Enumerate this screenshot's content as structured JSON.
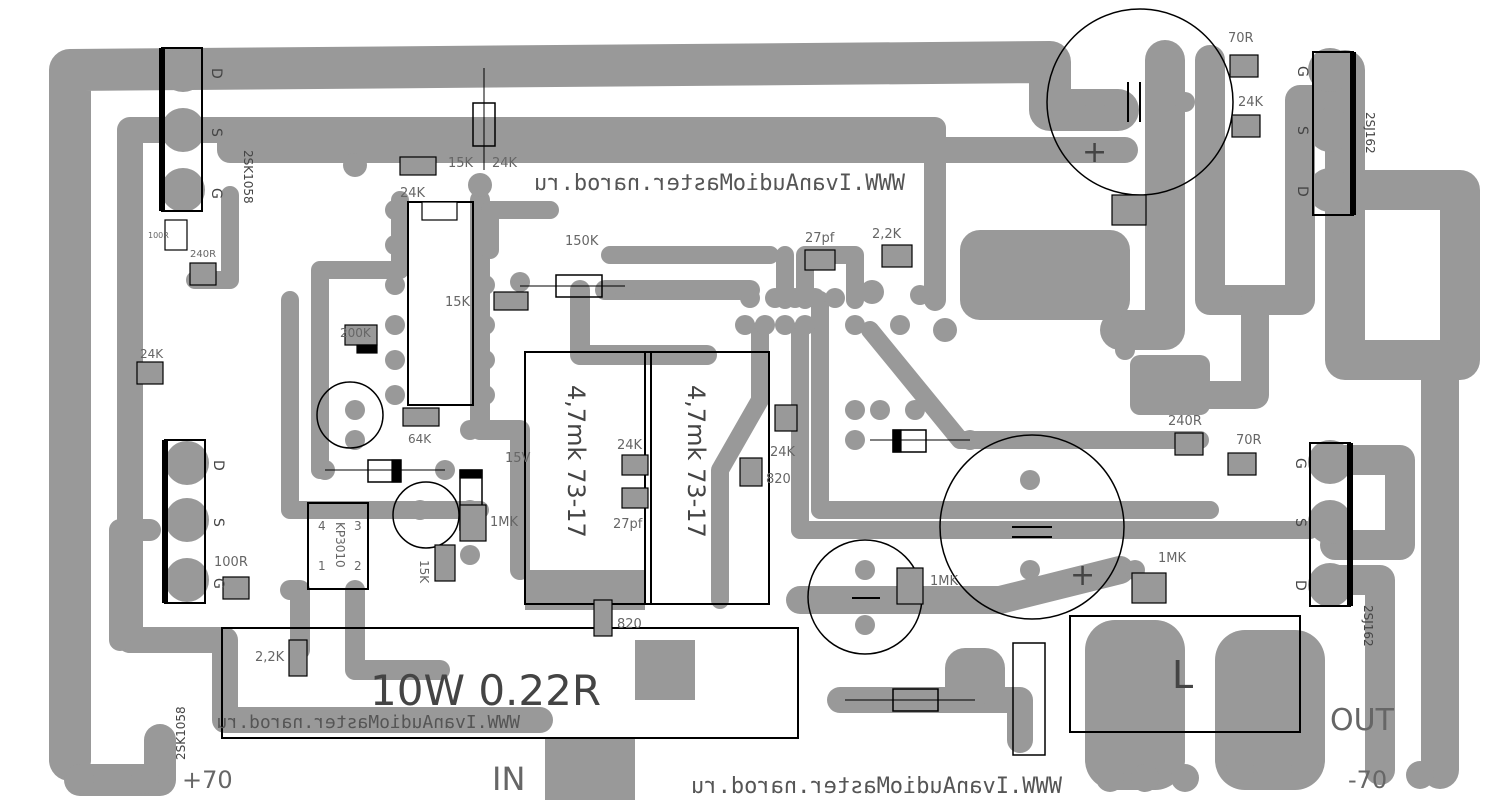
{
  "colors": {
    "copper": "#999999",
    "outline": "#000000",
    "background": "#ffffff",
    "silk": "#666666"
  },
  "transistors": {
    "q_top_left": {
      "part": "2SK1058",
      "pins": [
        "D",
        "S",
        "G"
      ]
    },
    "q_mid_left": {
      "part": "",
      "pins": [
        "D",
        "S",
        "G"
      ]
    },
    "q_bottom_left_part": "2SK1058",
    "q_top_right": {
      "part": "2SJ162",
      "pins": [
        "G",
        "S",
        "D"
      ]
    },
    "q_mid_right": {
      "part": "2SJ162",
      "pins": [
        "G",
        "S",
        "D"
      ]
    }
  },
  "resistor_labels": {
    "r_15k_top": "15K",
    "r_24k_top": "24K",
    "r_24k_ic": "24K",
    "r_150k": "150K",
    "r_15k_mid": "15K",
    "r_200k": "200K",
    "r_64k": "64K",
    "r_15k_bottom": "15K",
    "r_1mk_mid": "1MK",
    "r_24k_left": "24K",
    "r_100r_left": "100R",
    "r_240r_left": "240R",
    "r_100r_bottom": "100R",
    "r_2k2_bottom": "2,2K",
    "r_70r_top": "70R",
    "r_24k_right": "24K",
    "r_2k2_top": "2,2K",
    "r_240r_right": "240R",
    "r_70r_right": "70R",
    "r_24k_center": "24K",
    "r_820_center": "820",
    "r_820_bottom": "820",
    "r_1mk_center": "1MK",
    "r_1mk_right": "1MK"
  },
  "capacitor_labels": {
    "c_27pf_top": "27pf",
    "c_27pf_mid": "27pf",
    "big_cap_1": "4,7mk 73-17",
    "big_cap_2": "4,7mk 73-17",
    "plus_top": "+",
    "plus_bottom": "+"
  },
  "misc_labels": {
    "voltage_15v": "15V",
    "optocoupler": "KP3010",
    "opto_pins": [
      "4",
      "3",
      "1",
      "2"
    ],
    "shunt_resistor": "10W 0.22R",
    "inductor": "L"
  },
  "watermarks": {
    "top": "WWW.IvanAudioMaster.narod.ru",
    "bottom": "WWW.IvanAudioMaster.narod.ru",
    "shunt": "WWW.IvanAudioMaster.narod.ru"
  },
  "terminals": {
    "plus_supply": "+70",
    "minus_supply": "-70",
    "input": "IN",
    "output": "OUT"
  }
}
